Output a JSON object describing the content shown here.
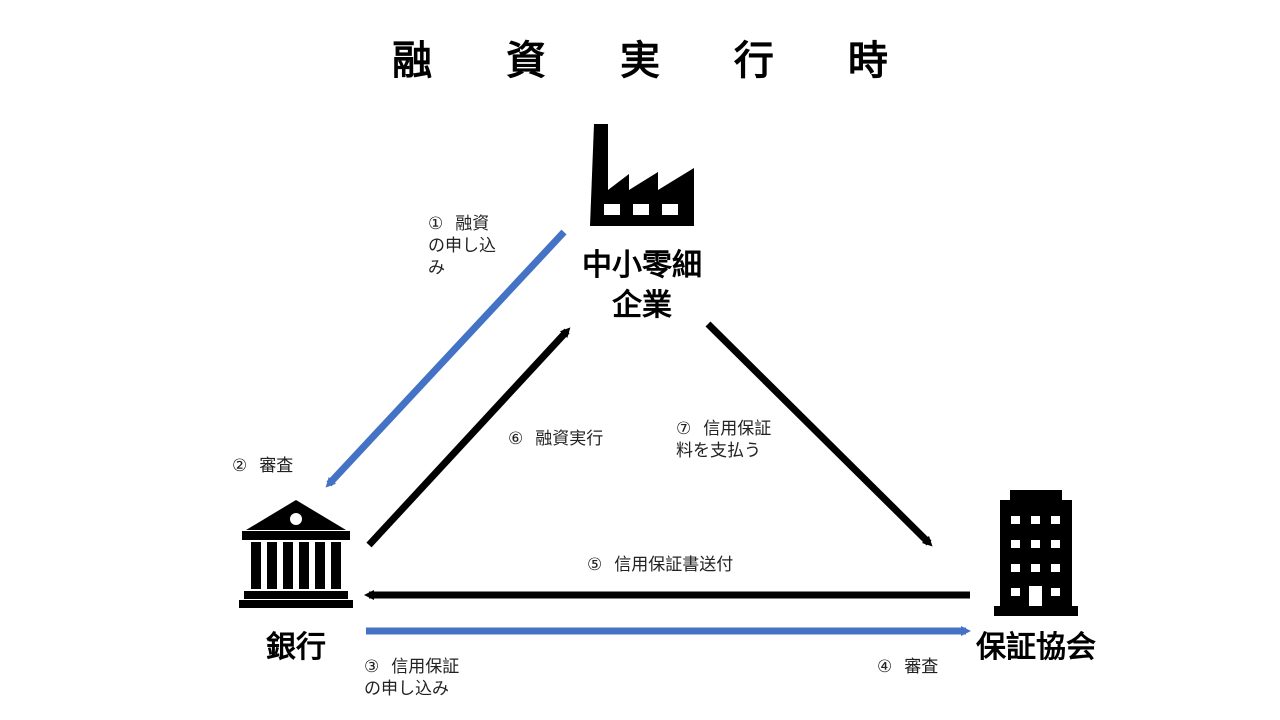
{
  "title": "融 資 実 行 時",
  "nodes": {
    "company": {
      "line1": "中小零細",
      "line2": "企業"
    },
    "bank": {
      "label": "銀行"
    },
    "guarantee": {
      "label": "保証協会"
    }
  },
  "steps": {
    "s1": {
      "num": "①",
      "line1": "融資",
      "line2": "の申し込",
      "line3": "み"
    },
    "s2": {
      "num": "②",
      "text": "審査"
    },
    "s3": {
      "num": "③",
      "line1": "信用保証",
      "line2": "の申し込み"
    },
    "s4": {
      "num": "④",
      "text": "審査"
    },
    "s5": {
      "num": "⑤",
      "text": "信用保証書送付"
    },
    "s6": {
      "num": "⑥",
      "text": "融資実行"
    },
    "s7": {
      "num": "⑦",
      "line1": "信用保証",
      "line2": "料を支払う"
    }
  },
  "colors": {
    "blue_arrow": "#4472C4",
    "black_arrow": "#000000"
  }
}
